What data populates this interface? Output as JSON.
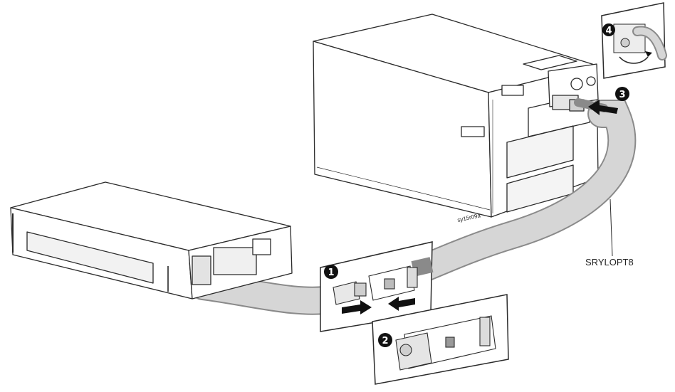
{
  "labels": {
    "cable_part_number": "SRYLOPT8",
    "figure_code": "sy15r09a"
  },
  "steps": [
    "1",
    "2",
    "3",
    "4"
  ],
  "colors": {
    "outline": "#2a2a2a",
    "cable_fill": "#d6d6d6",
    "cable_edge": "#8a8a8a",
    "badge": "#111111",
    "arrow": "#111111"
  }
}
